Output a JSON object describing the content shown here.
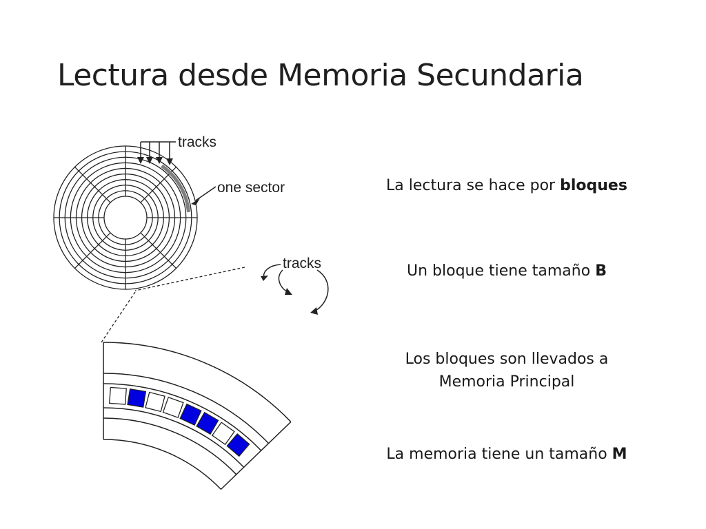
{
  "slide": {
    "title": "Lectura desde Memoria Secundaria"
  },
  "diagram": {
    "labels": {
      "tracks_top": "tracks",
      "sector": "one sector",
      "tracks_bottom": "tracks"
    },
    "track_count": 9,
    "sector_lines": 8,
    "blocks": [
      false,
      true,
      false,
      false,
      true,
      true,
      false,
      true
    ],
    "colors": {
      "line": "#222222",
      "sector_highlight": "#808080",
      "block_fill": "#0000e0"
    }
  },
  "bullets": [
    {
      "text": "La lectura se hace por ",
      "bold": "bloques"
    },
    {
      "text": "Un bloque tiene tamaño ",
      "bold": "B"
    },
    {
      "text": "Los bloques son llevados a",
      "text2": "Memoria Principal"
    },
    {
      "text": "La memoria tiene un tamaño ",
      "bold": "M"
    }
  ]
}
